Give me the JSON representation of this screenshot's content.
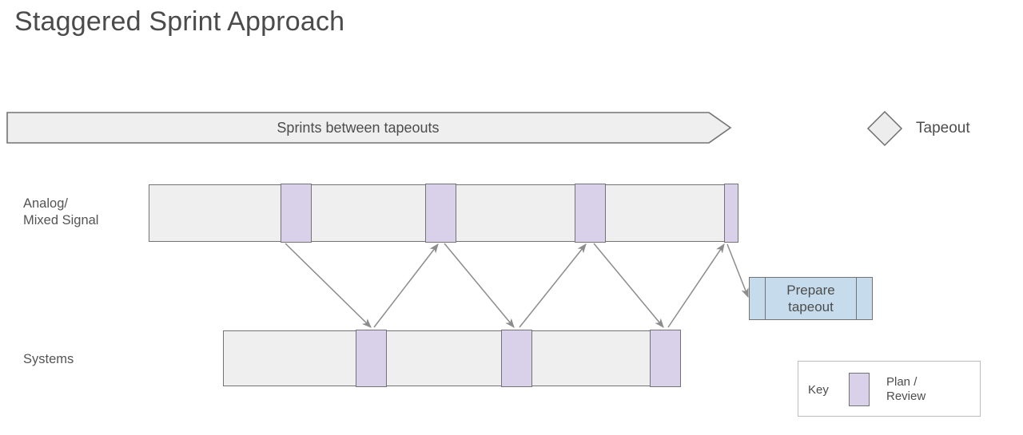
{
  "page": {
    "title": "Staggered Sprint Approach",
    "background": "#ffffff"
  },
  "colors": {
    "bar_fill": "#efefef",
    "bar_border": "#737373",
    "plan_review_fill": "#d8d1e9",
    "prepare_fill": "#c6dcec",
    "text": "#4d4d4d",
    "arrow": "#8c8c8c"
  },
  "banner": {
    "label": "Sprints between tapeouts",
    "shape": "right-arrow"
  },
  "tapeout_key": {
    "label": "Tapeout",
    "shape": "diamond"
  },
  "rows": [
    {
      "id": "analog",
      "label": "Analog/\nMixed Signal",
      "segments": [
        {
          "type": "work"
        },
        {
          "type": "plan-review"
        },
        {
          "type": "work"
        },
        {
          "type": "plan-review"
        },
        {
          "type": "work"
        },
        {
          "type": "plan-review"
        },
        {
          "type": "work"
        },
        {
          "type": "plan-review"
        }
      ]
    },
    {
      "id": "systems",
      "label": "Systems",
      "segments": [
        {
          "type": "work"
        },
        {
          "type": "plan-review"
        },
        {
          "type": "work"
        },
        {
          "type": "plan-review"
        },
        {
          "type": "work"
        },
        {
          "type": "plan-review"
        }
      ]
    }
  ],
  "prepare": {
    "label": "Prepare\ntapeout",
    "shape": "predefined-process"
  },
  "key": {
    "title": "Key",
    "entry_label": "Plan /\nReview"
  }
}
